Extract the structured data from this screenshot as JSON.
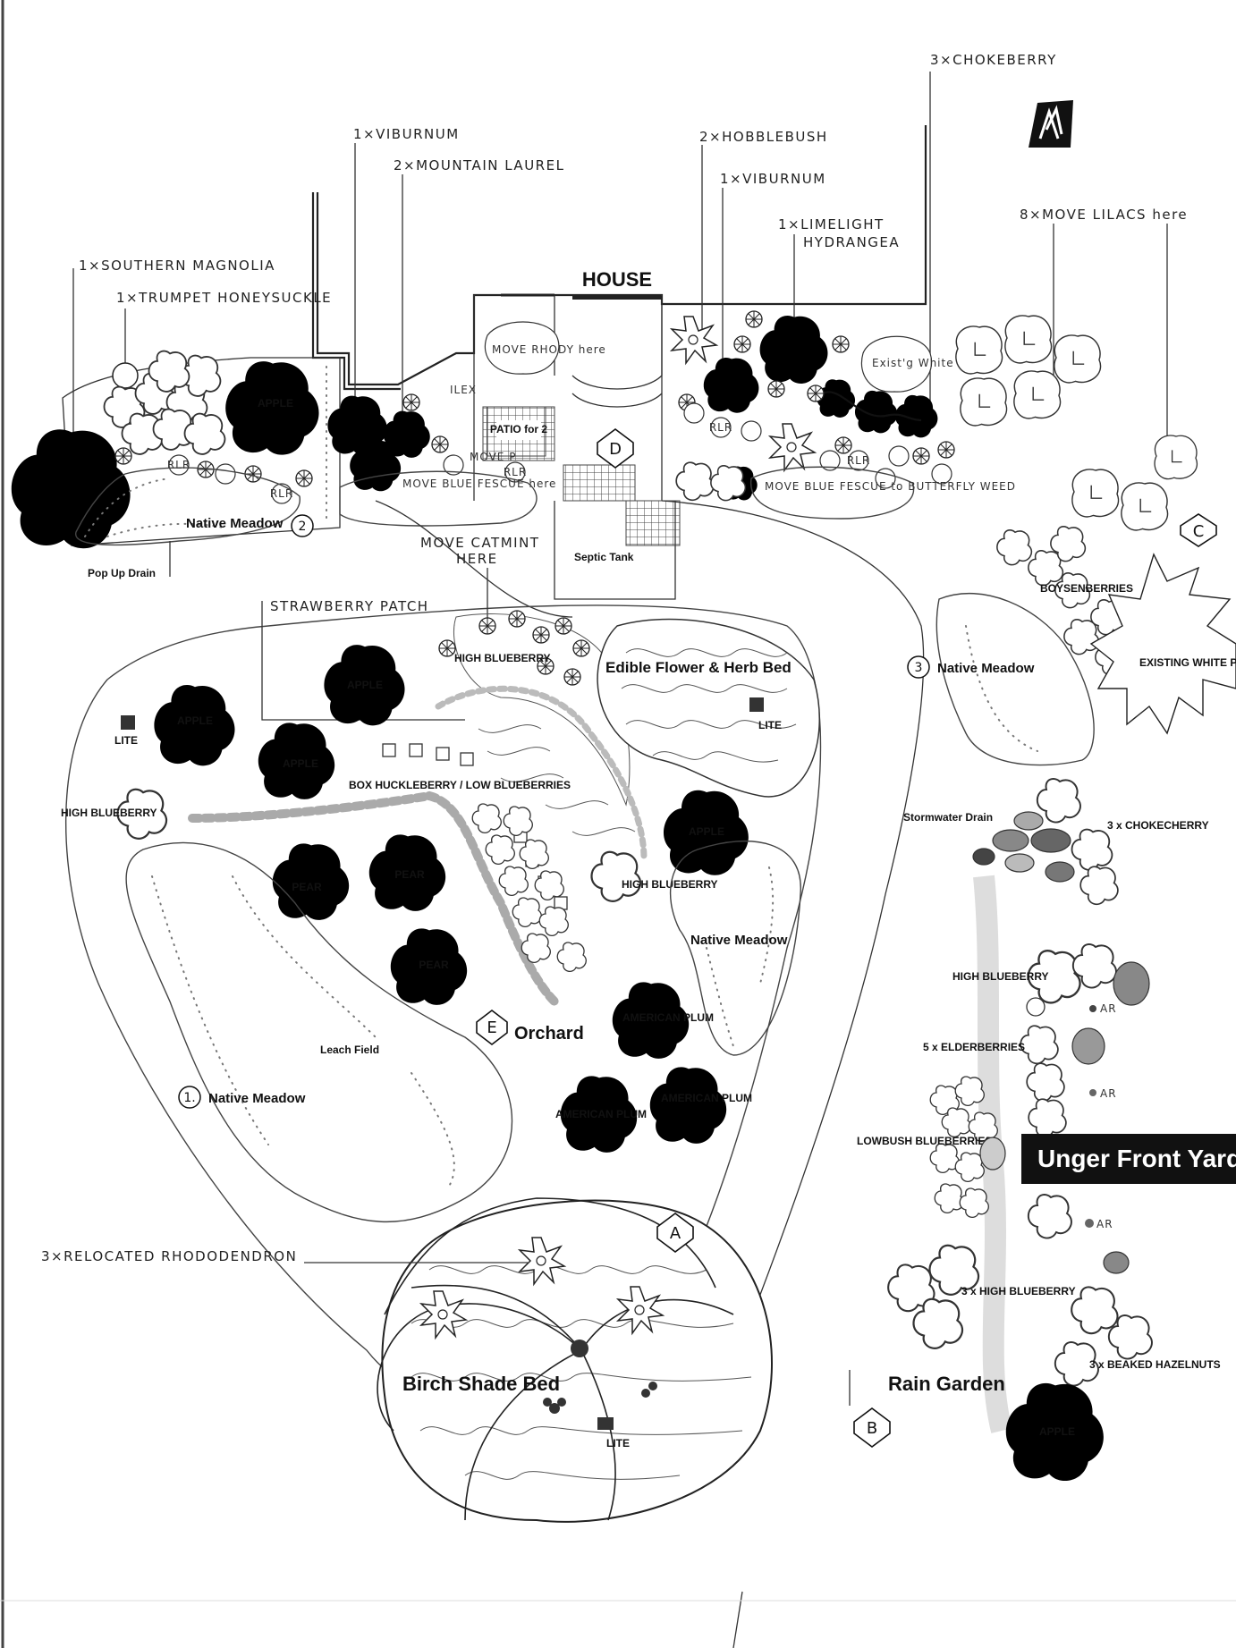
{
  "house": "HOUSE",
  "title": "Unger Front Yard",
  "callouts": {
    "chokeberry_top": "3×CHOKEBERRY",
    "viburnum_left": "1×VIBURNUM",
    "mountain_laurel": "2×MOUNTAIN LAUREL",
    "hobblebush": "2×HOBBLEBUSH",
    "viburnum_right": "1×VIBURNUM",
    "limelight": "1×LIMELIGHT",
    "limelight_2": "HYDRANGEA",
    "lilacs": "8×MOVE LILACS here",
    "magnolia": "1×SOUTHERN MAGNOLIA",
    "honeysuckle": "1×TRUMPET HONEYSUCKLE",
    "catmint": "MOVE CATMINT",
    "catmint_2": "HERE",
    "strawberry": "STRAWBERRY PATCH",
    "rhododendron": "3×RELOCATED RHODODENDRON"
  },
  "small_notes": {
    "move_rhody": "MOVE RHODY here",
    "ilex": "ILEX",
    "white_pine": "Exist'g White Pine",
    "blue_fescue_left": "MOVE BLUE FESCUE here",
    "blue_fescue_right": "MOVE BLUE FESCUE to BUTTERFLY WEED",
    "move_p": "MOVE P",
    "rlr": "RLR",
    "ar": "AR"
  },
  "labels": {
    "patio": "PATIO for 2",
    "native_meadow": "Native Meadow",
    "pop_up_drain": "Pop Up Drain",
    "septic_tank": "Septic Tank",
    "boysenberries": "BOYSENBERRIES",
    "existing_white_pine": "EXISTING WHITE PINE",
    "high_blueberry": "HIGH BLUEBERRY",
    "edible_bed": "Edible Flower & Herb Bed",
    "apple": "APPLE",
    "lite": "LITE",
    "box_huckleberry": "BOX HUCKLEBERRY / LOW BLUEBERRIES",
    "pear": "PEAR",
    "stormwater_drain": "Stormwater Drain",
    "chokecherry": "3 x CHOKECHERRY",
    "leach_field": "Leach Field",
    "orchard": "Orchard",
    "american_plum": "AMERICAN PLUM",
    "elderberries": "5 x ELDERBERRIES",
    "lowbush": "LOWBUSH BLUEBERRIES",
    "high_blueberry_3": "3 x HIGH BLUEBERRY",
    "beaked_hazelnuts": "3 x BEAKED HAZELNUTS",
    "birch_shade_bed": "Birch Shade Bed",
    "rain_garden": "Rain Garden"
  },
  "markers": {
    "a": "A",
    "b": "B",
    "c": "C",
    "d": "D",
    "e": "E",
    "one": "1.",
    "two": "2",
    "three": "3"
  },
  "symbols": {
    "north": "north-arrow-icon",
    "lite": "light-fixture-icon",
    "tree": "tree-canopy-icon"
  }
}
